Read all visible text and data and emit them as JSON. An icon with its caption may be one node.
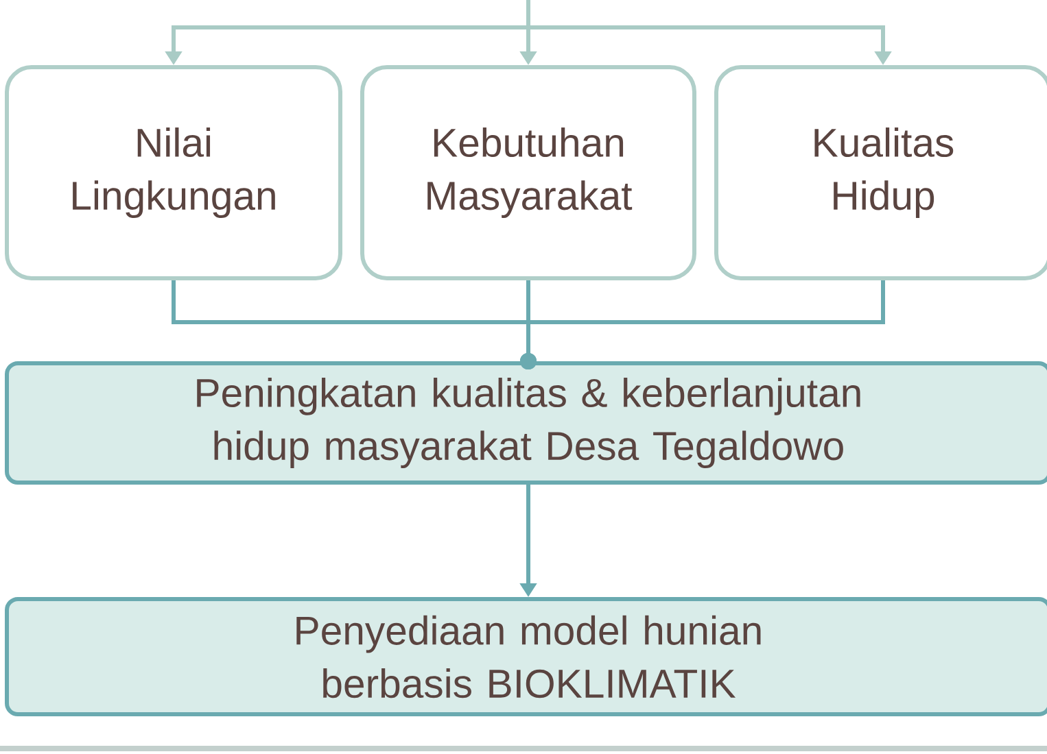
{
  "diagram": {
    "nodes": [
      {
        "text": [
          "Nilai Lingkungan"
        ]
      },
      {
        "text": [
          "Kebutuhan Masyarakat"
        ]
      },
      {
        "text": [
          "Kualitas Hidup"
        ]
      },
      {
        "text": [
          "Peningkatan kualitas & keberlanjutan hidup masyarakat Desa Tegaldowo"
        ]
      },
      {
        "text": [
          "Penyediaan model hunian berbasis BIOKLIMATIK"
        ]
      }
    ],
    "edges": [
      {
        "from": null,
        "to": 0,
        "arrow": "to",
        "color": "#a9cbc5"
      },
      {
        "from": null,
        "to": 1,
        "arrow": "to",
        "color": "#a9cbc5"
      },
      {
        "from": null,
        "to": 2,
        "arrow": "to",
        "color": "#a9cbc5"
      },
      {
        "from": 0,
        "to": 3,
        "arrow": "other"
      },
      {
        "from": 1,
        "to": 3,
        "arrow": "other"
      },
      {
        "from": 2,
        "to": 3,
        "arrow": "other"
      },
      {
        "from": 3,
        "to": 4,
        "arrow": "to"
      }
    ]
  }
}
